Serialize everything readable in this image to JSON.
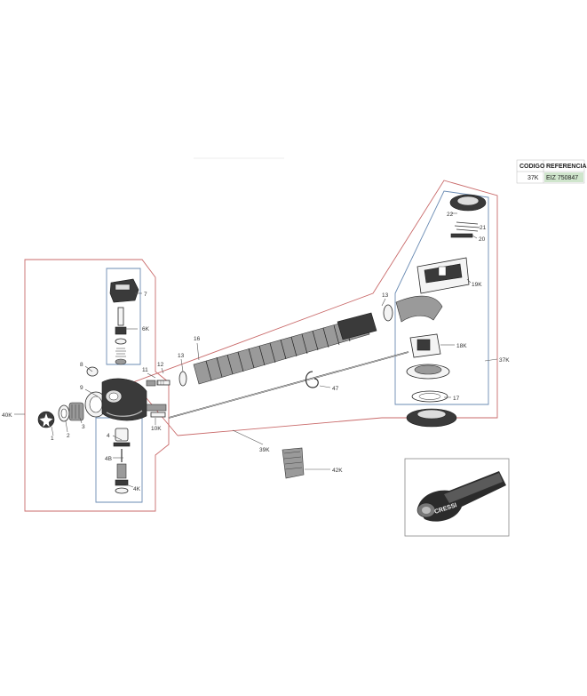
{
  "table": {
    "header_code": "CODIGO",
    "header_ref": "REFERENCIA",
    "row_code": "37K",
    "row_ref": "EIZ 750847"
  },
  "callouts": [
    "1",
    "2",
    "3",
    "4",
    "4B",
    "4K",
    "6K",
    "7",
    "8",
    "9",
    "10K",
    "11",
    "12",
    "13",
    "13",
    "16",
    "17",
    "18K",
    "19K",
    "20",
    "21",
    "22",
    "37K",
    "39K",
    "40K",
    "42K",
    "47"
  ],
  "colors": {
    "outline": "#c96a6a",
    "box": "#6a8bb3",
    "ink": "#2a2a2a"
  },
  "inset": {
    "brand": "CRESSI"
  }
}
